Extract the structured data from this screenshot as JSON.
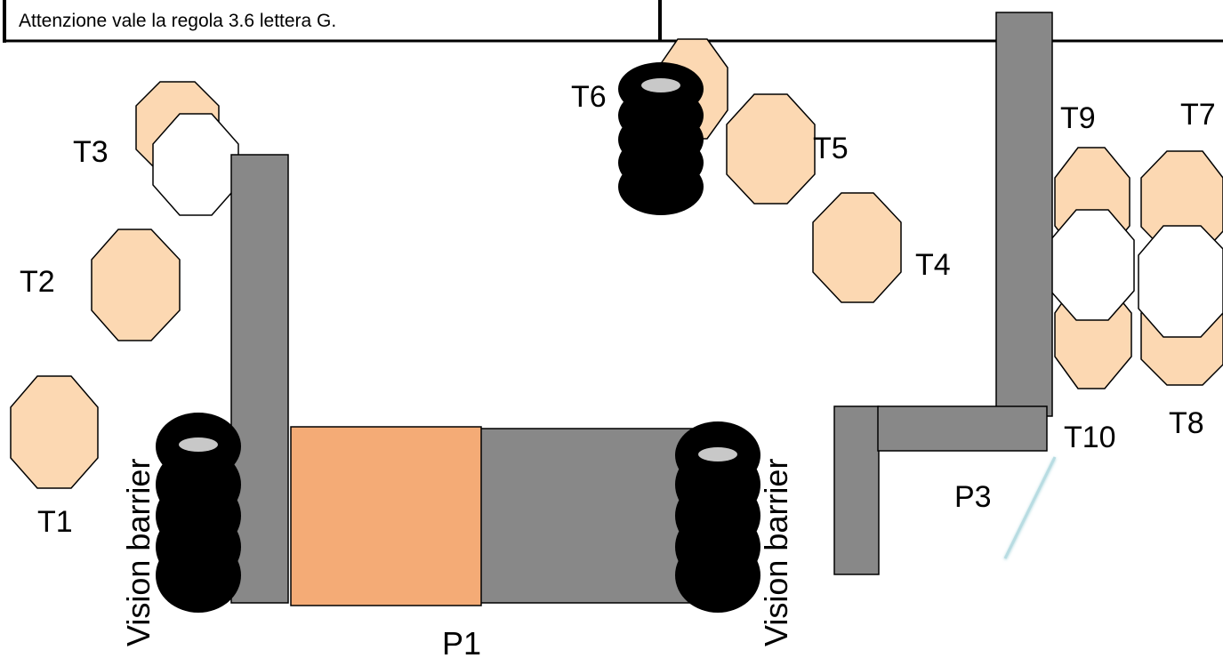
{
  "note": "Attenzione vale la regola 3.6 lettera G.",
  "labels": {
    "t1": "T1",
    "t2": "T2",
    "t3": "T3",
    "t4": "T4",
    "t5": "T5",
    "t6": "T6",
    "t7": "T7",
    "t8": "T8",
    "t9": "T9",
    "t10": "T10",
    "p1": "P1",
    "p3": "P3",
    "vision_left": "Vision barrier",
    "vision_right": "Vision barrier"
  },
  "colors": {
    "cone_fill": "#fcd8b2",
    "wall_gray": "#888888",
    "parking_orange": "#f4ab76",
    "tire_black": "#000000",
    "tire_top": "#c8c8c8",
    "line_light_blue": "#b8dce2"
  }
}
